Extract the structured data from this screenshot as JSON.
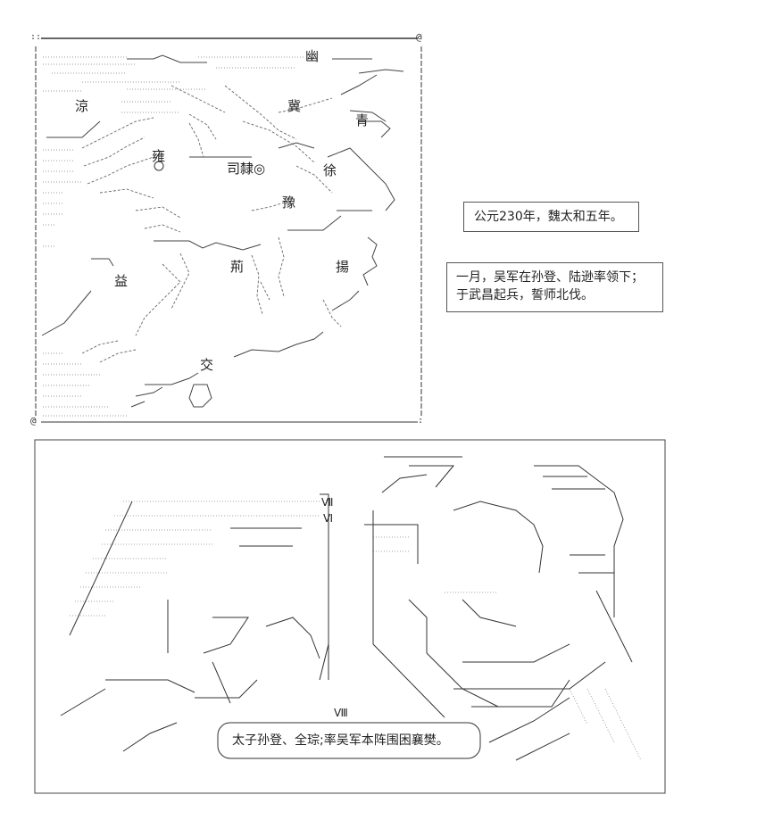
{
  "map": {
    "corner_tl": "::",
    "corner_tr": "@",
    "corner_bl": "@",
    "corner_br": ":",
    "regions": {
      "you": "幽",
      "liang": "涼",
      "ji": "冀",
      "qing": "青",
      "yong": "雍",
      "sili": "司隸◎",
      "xu": "徐",
      "yu": "豫",
      "yi": "益",
      "jing": "荊",
      "yang": "揚",
      "jiao": "交"
    }
  },
  "captions": {
    "date": "公元230年，魏太和五年。",
    "event_line1": "一月，吴军在孙登、陆逊率领下；",
    "event_line2": "于武昌起兵，誓师北伐。"
  },
  "scene": {
    "banner": "太子孙登、全琮;率吴军本阵围困襄樊。",
    "roman_7": "Ⅶ",
    "roman_6": "Ⅵ",
    "roman_8": "Ⅷ"
  }
}
